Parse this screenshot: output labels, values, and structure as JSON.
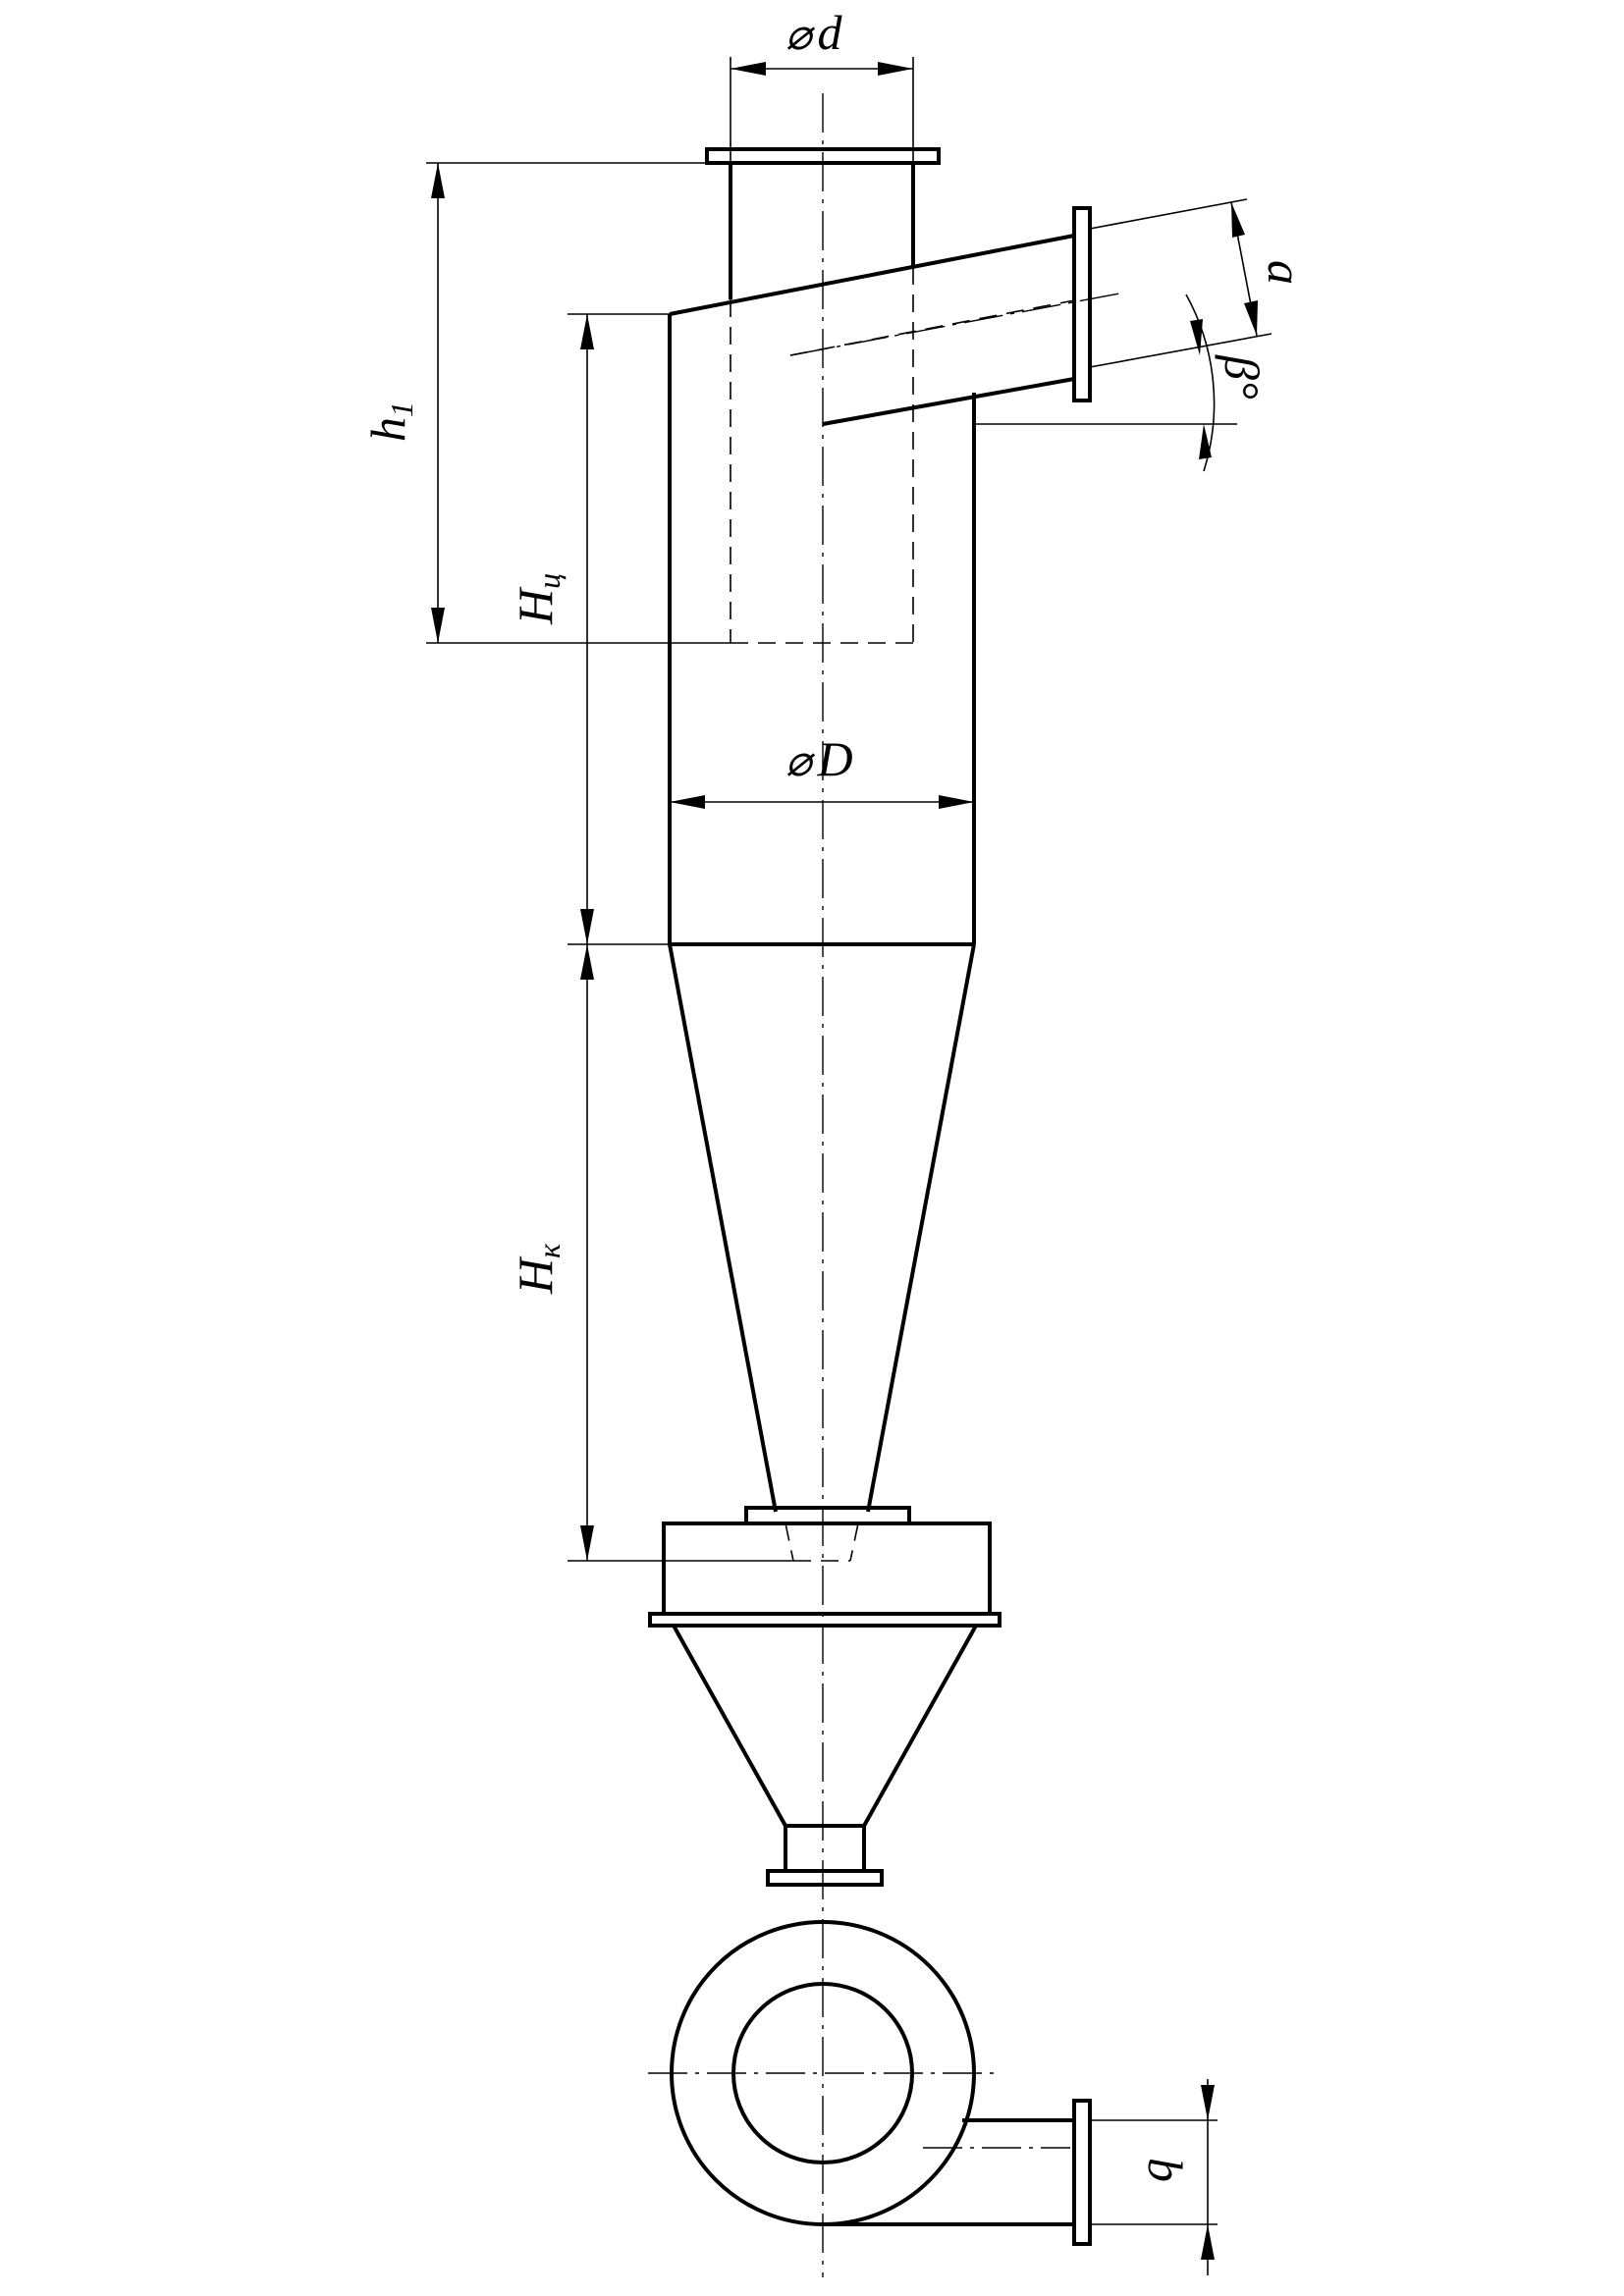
{
  "labels": {
    "d_outlet": {
      "symbol": "⌀",
      "letter": "d"
    },
    "D_body": {
      "symbol": "⌀",
      "letter": "D"
    },
    "h1": {
      "main": "h",
      "sub": "1"
    },
    "Hc": {
      "main": "H",
      "sub": "ц"
    },
    "Hk": {
      "main": "H",
      "sub": "к"
    },
    "a": "a",
    "beta": "β°",
    "b": "b"
  }
}
